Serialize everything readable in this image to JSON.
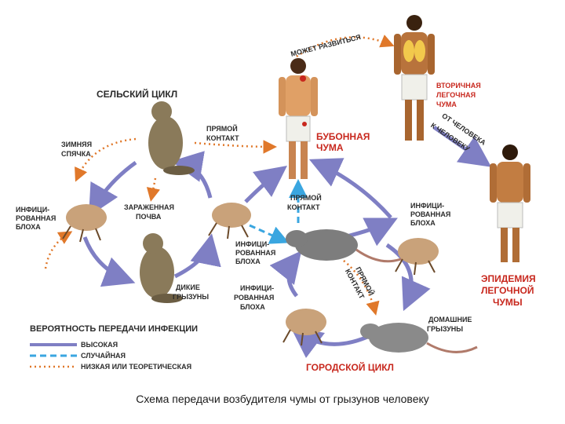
{
  "diagram": {
    "colors": {
      "high": "#7f7fc4",
      "accidental": "#3aa6e0",
      "low": "#e0782a",
      "title_red": "#c8281e",
      "text": "#2b2b2b"
    },
    "titles": {
      "rural_cycle": "СЕЛЬСКИЙ ЦИКЛ",
      "urban_cycle": "ГОРОДСКОЙ ЦИКЛ"
    },
    "labels": {
      "may_develop": "МОЖЕТ РАЗВИТЬСЯ",
      "direct_contact_1": [
        "ПРЯМОЙ",
        "КОНТАКТ"
      ],
      "direct_contact_2": [
        "ПРЯМОЙ",
        "КОНТАКТ"
      ],
      "direct_contact_3": [
        "ПРЯМОЙ",
        "КОНТАКТ"
      ],
      "bubonic": [
        "БУБОННАЯ",
        "ЧУМА"
      ],
      "secondary": [
        "ВТОРИЧНАЯ",
        "ЛЕГОЧНАЯ",
        "ЧУМА"
      ],
      "person_to_person_1": "ОТ ЧЕЛОВЕКА",
      "person_to_person_2": "К ЧЕЛОВЕКУ",
      "hibernation": [
        "ЗИМНЯЯ",
        "СПЯЧКА"
      ],
      "infected_flea_1": [
        "ИНФИЦИ-",
        "РОВАННАЯ",
        "БЛОХА"
      ],
      "infected_flea_2": [
        "ИНФИЦИ-",
        "РОВАННАЯ",
        "БЛОХА"
      ],
      "infected_flea_3": [
        "ИНФИЦИ-",
        "РОВАННАЯ",
        "БЛОХА"
      ],
      "infected_flea_4": [
        "ИНФИЦИ-",
        "РОВАННАЯ",
        "БЛОХА"
      ],
      "infected_soil": [
        "ЗАРАЖЕННАЯ",
        "ПОЧВА"
      ],
      "wild_rodents": [
        "ДИКИЕ",
        "ГРЫЗУНЫ"
      ],
      "domestic_rodents": [
        "ДОМАШНИЕ",
        "ГРЫЗУНЫ"
      ],
      "epidemic": [
        "ЭПИДЕМИЯ",
        "ЛЕГОЧНОЙ",
        "ЧУМЫ"
      ]
    },
    "legend": {
      "title": "ВЕРОЯТНОСТЬ ПЕРЕДАЧИ ИНФЕКЦИИ",
      "items": [
        {
          "label": "ВЫСОКАЯ",
          "color": "#7f7fc4",
          "style": "solid"
        },
        {
          "label": "СЛУЧАЙНАЯ",
          "color": "#3aa6e0",
          "style": "dashed"
        },
        {
          "label": "НИЗКАЯ ИЛИ ТЕОРЕТИЧЕСКАЯ",
          "color": "#e0782a",
          "style": "dotted"
        }
      ]
    }
  },
  "caption": "Схема передачи возбудителя чумы от грызунов человеку"
}
